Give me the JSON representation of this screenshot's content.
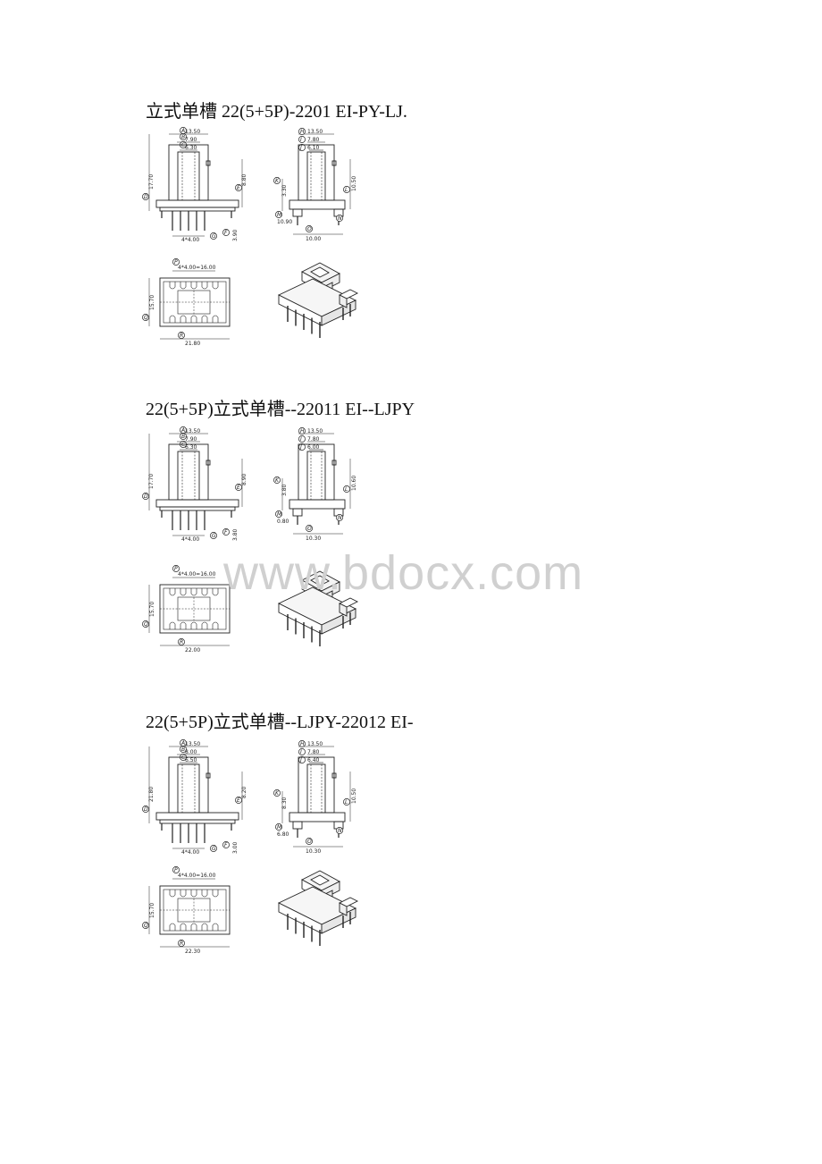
{
  "sections": [
    {
      "title": "立式单槽 22(5+5P)-2201 EI-PY-LJ.",
      "front": {
        "labels": [
          "A",
          "B",
          "C",
          "D",
          "E",
          "G",
          "F"
        ],
        "dims": [
          "13.50",
          "7.90",
          "6.30",
          "17.70",
          "8.80",
          "4*4.00",
          "3.90"
        ]
      },
      "side": {
        "labels": [
          "H",
          "I",
          "J",
          "K",
          "L",
          "M",
          "O",
          "N"
        ],
        "dims": [
          "13.50",
          "7.80",
          "6.10",
          "3.30",
          "10.50",
          "10.90",
          "10.00"
        ]
      },
      "top": {
        "labels": [
          "P",
          "Q",
          "R"
        ],
        "dims": [
          "4*4.00=16.00",
          "15.70",
          "21.80"
        ]
      }
    },
    {
      "title": "22(5+5P)立式单槽--22011 EI--LJPY",
      "front": {
        "labels": [
          "A",
          "B",
          "C",
          "D",
          "E",
          "G",
          "F"
        ],
        "dims": [
          "13.50",
          "7.90",
          "6.30",
          "17.70",
          "8.90",
          "4*4.00",
          "3.80"
        ]
      },
      "side": {
        "labels": [
          "H",
          "I",
          "J",
          "K",
          "L",
          "M",
          "O",
          "N"
        ],
        "dims": [
          "13.50",
          "7.80",
          "6.00",
          "3.80",
          "10.60",
          "0.80",
          "10.30"
        ]
      },
      "top": {
        "labels": [
          "P",
          "Q",
          "R"
        ],
        "dims": [
          "4*4.00=16.00",
          "15.70",
          "22.00"
        ]
      }
    },
    {
      "title": "22(5+5P)立式单槽--LJPY-22012 EI-",
      "front": {
        "labels": [
          "A",
          "B",
          "C",
          "D",
          "E",
          "G",
          "F"
        ],
        "dims": [
          "13.50",
          "8.00",
          "6.50",
          "21.80",
          "8.20",
          "4*4.00",
          "3.00"
        ]
      },
      "side": {
        "labels": [
          "H",
          "I",
          "J",
          "K",
          "L",
          "M",
          "O",
          "N"
        ],
        "dims": [
          "13.50",
          "7.80",
          "6.40",
          "8.30",
          "10.50",
          "6.80",
          "10.30"
        ]
      },
      "top": {
        "labels": [
          "P",
          "Q",
          "R"
        ],
        "dims": [
          "4*4.00=16.00",
          "15.70",
          "22.30"
        ]
      }
    }
  ],
  "watermark": "www.bdocx.com"
}
